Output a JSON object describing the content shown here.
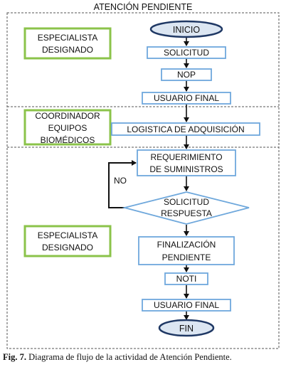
{
  "diagram": {
    "title": "ATENCIÓN PENDIENTE",
    "roles": {
      "r1": [
        "ESPECIALISTA",
        "DESIGNADO"
      ],
      "r2": [
        "COORDINADOR",
        "EQUIPOS",
        "BIOMÉDICOS"
      ],
      "r3": [
        "ESPECIALISTA",
        "DESIGNADO"
      ]
    },
    "nodes": {
      "inicio": "INICIO",
      "solicitud": "SOLICITUD",
      "nop": "NOP",
      "usuario_final_1": "USUARIO FINAL",
      "logistica": "LOGISTICA DE ADQUISICIÓN",
      "requerimiento": [
        "REQUERIMIENTO",
        "DE SUMINISTROS"
      ],
      "decision": [
        "SOLICITUD",
        "RESPUESTA"
      ],
      "finalizacion": [
        "FINALIZACIÓN",
        "PENDIENTE"
      ],
      "noti": "NOTI",
      "usuario_final_2": "USUARIO FINAL",
      "fin": "FIN"
    },
    "edge_labels": {
      "no": "NO"
    },
    "colors": {
      "role_border": "#8bc34a",
      "process_border": "#6fa8dc",
      "terminal_fill": "#dce6f2",
      "terminal_border": "#1f3864",
      "arrow": "#111111",
      "lane_line": "#555555"
    }
  },
  "caption": {
    "label": "Fig. 7.",
    "text": "Diagrama de flujo de la actividad de Atención Pendiente."
  }
}
